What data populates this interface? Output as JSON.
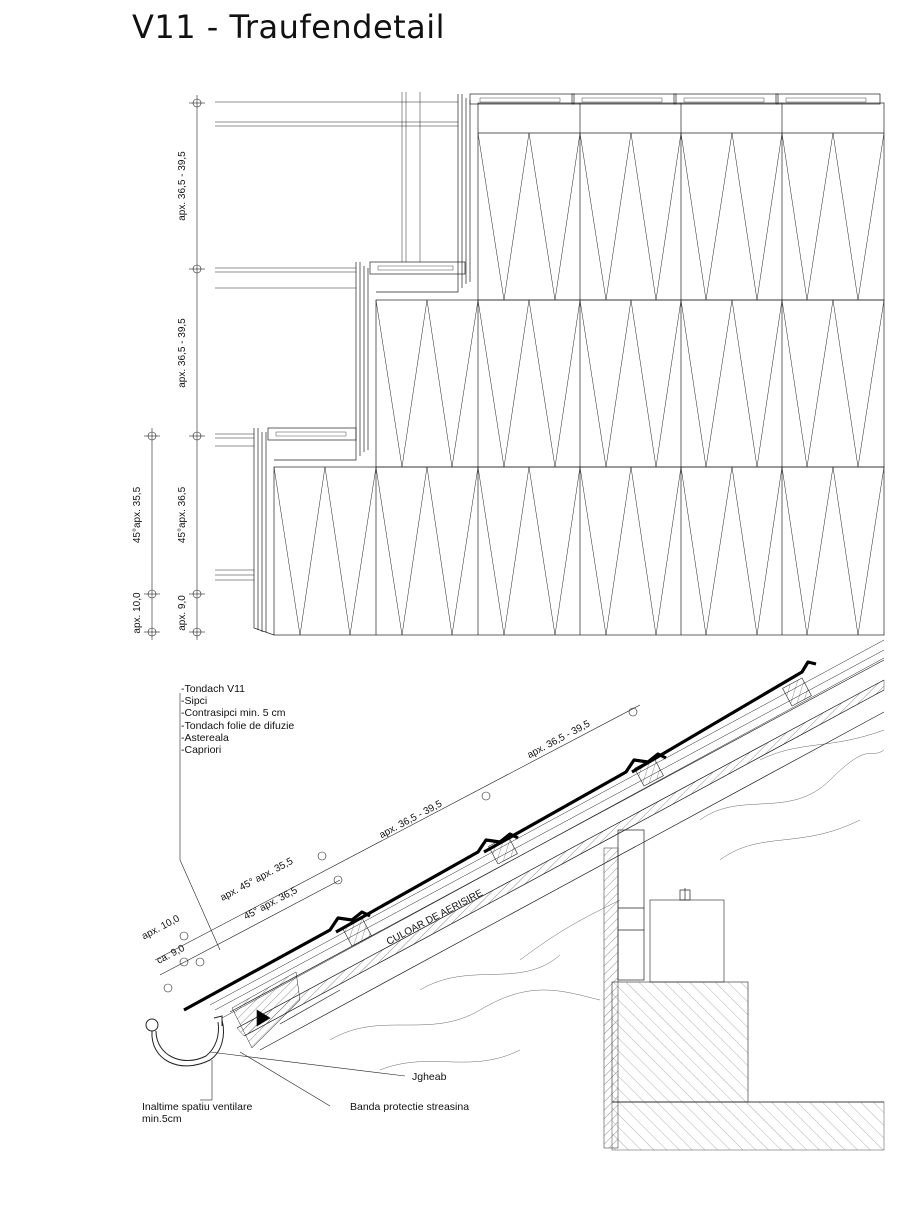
{
  "title": "V11 - Traufendetail",
  "elevation": {
    "dim_labels": [
      "apx. 36,5 - 39,5",
      "apx. 36,5 - 39,5",
      "45°apx. 36,5",
      "apx. 9,0",
      "45°apx. 35,5",
      "apx. 10,0"
    ]
  },
  "layers": [
    "-Tondach V11",
    "-Sipci",
    "-Contrasipci min. 5 cm",
    "-Tondach folie de difuzie",
    "-Astereala",
    "-Capriori"
  ],
  "section": {
    "dim_labels": [
      "apx. 36,5 - 39,5",
      "apx. 36,5 - 39,5",
      "apx. 45° apx. 35,5",
      "45° apx. 36,5",
      "apx. 10,0",
      "ca. 9,0"
    ],
    "channel_label": "CULOAR DE AERISIRE",
    "gutter_label": "Jgheab",
    "ventilation_label": "Inaltime spatiu ventilare\nmin.5cm",
    "ventilation_line1": "Inaltime spatiu ventilare",
    "ventilation_line2": "min.5cm",
    "eaves_label": "Banda protectie streasina"
  }
}
